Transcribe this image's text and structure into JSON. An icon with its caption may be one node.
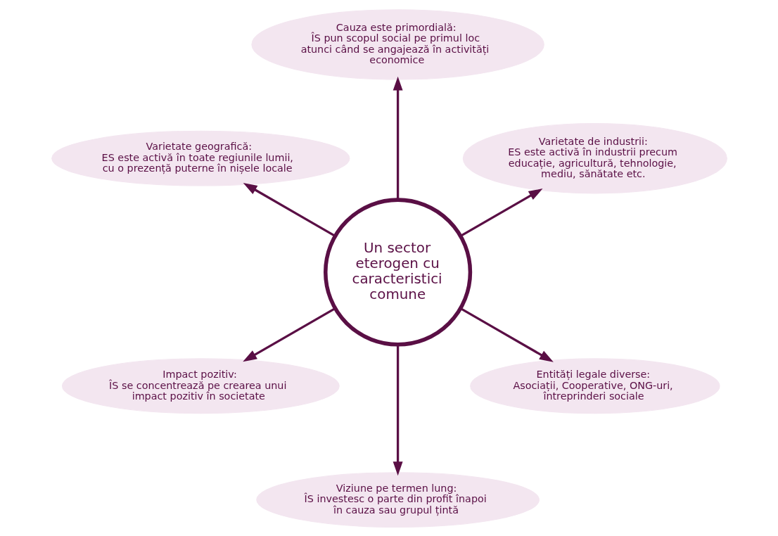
{
  "diagram": {
    "nodes": [
      {
        "text": [
          "Varietate de industrii:",
          "ES este activă în industrii precum educație, agricultură, tehnologie, mediu, sănătate etc."
        ]
      },
      {
        "text": [
          "Cauza este primordială:",
          "ÎS pun scopul social pe primul loc atunci când se angajează în activități economice"
        ]
      },
      {
        "text": [
          "Varietate geografică:",
          "ES este activă în toate regiunile lumii, cu o prezență puterne în nișele locale"
        ]
      },
      {
        "text": [
          "Un sector eterogen cu caracteristici comune"
        ]
      },
      {
        "text": [
          "Impact pozitiv:",
          "ÎS se concentrează pe crearea unui impact pozitiv în societate"
        ]
      },
      {
        "text": [
          "Viziune pe termen lung:",
          "ÎS investesc o parte din profit înapoi în cauza sau grupul țintă"
        ]
      },
      {
        "text": [
          "Entități legale diverse:",
          "Asociații, Cooperative, ONG-uri, întreprinderi sociale"
        ]
      }
    ],
    "edges": [
      {
        "from": 3,
        "to": 0,
        "arrow": "to"
      },
      {
        "from": 3,
        "to": 2,
        "arrow": "to"
      },
      {
        "from": 3,
        "to": 5,
        "arrow": "to"
      },
      {
        "from": 3,
        "to": 6,
        "arrow": "to"
      },
      {
        "from": 3,
        "to": 4,
        "arrow": "to"
      },
      {
        "from": 3,
        "to": 1,
        "arrow": "to"
      }
    ]
  }
}
